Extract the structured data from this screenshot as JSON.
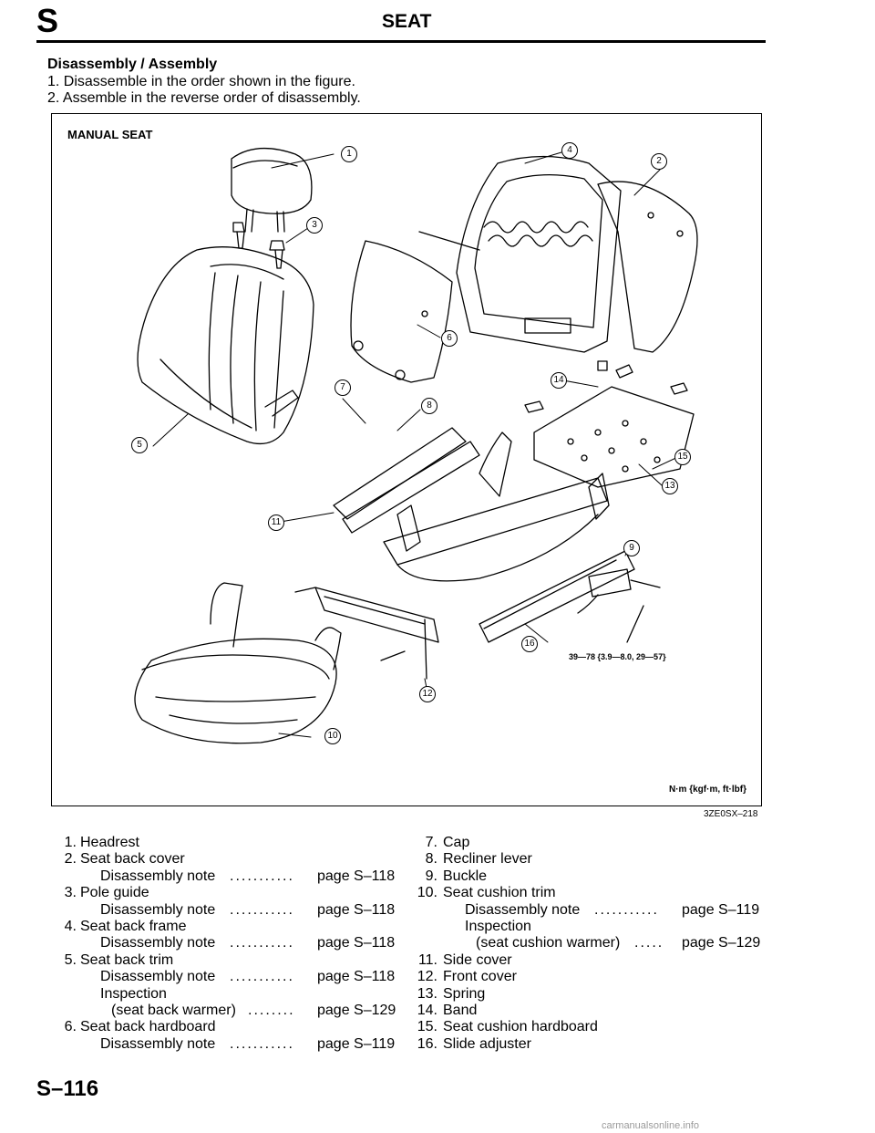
{
  "header": {
    "section_letter": "S",
    "title": "SEAT"
  },
  "heading": "Disassembly / Assembly",
  "steps": [
    "1. Disassemble in the order shown in the figure.",
    "2. Assemble in the reverse order of disassembly."
  ],
  "figure": {
    "caption": "MANUAL SEAT",
    "torque_label": "39—78 {3.9—8.0, 29—57}",
    "units_label": "N·m {kgf·m, ft·lbf}",
    "code": "3ZE0SX–218",
    "callouts": [
      "1",
      "2",
      "3",
      "4",
      "5",
      "6",
      "7",
      "8",
      "9",
      "10",
      "11",
      "12",
      "13",
      "14",
      "15",
      "16"
    ]
  },
  "parts_left": [
    {
      "n": "1.",
      "name": "Headrest"
    },
    {
      "n": "2.",
      "name": "Seat back cover"
    },
    {
      "sub": "Disassembly note",
      "dots": "...........",
      "ref": "page S–118"
    },
    {
      "n": "3.",
      "name": "Pole guide"
    },
    {
      "sub": "Disassembly note",
      "dots": "...........",
      "ref": "page S–118"
    },
    {
      "n": "4.",
      "name": "Seat back frame"
    },
    {
      "sub": "Disassembly note",
      "dots": "...........",
      "ref": "page S–118"
    },
    {
      "n": "5.",
      "name": "Seat back trim"
    },
    {
      "sub": "Disassembly note",
      "dots": "...........",
      "ref": "page S–118"
    },
    {
      "sub": "Inspection"
    },
    {
      "sub2": "(seat back warmer)",
      "dots": "........",
      "ref": "page S–129"
    },
    {
      "n": "6.",
      "name": "Seat back hardboard"
    },
    {
      "sub": "Disassembly note",
      "dots": "...........",
      "ref": "page S–119"
    }
  ],
  "parts_right": [
    {
      "n": "7.",
      "name": "Cap"
    },
    {
      "n": "8.",
      "name": "Recliner lever"
    },
    {
      "n": "9.",
      "name": "Buckle"
    },
    {
      "n": "10.",
      "name": "Seat cushion trim"
    },
    {
      "sub": "Disassembly note",
      "dots": "...........",
      "ref": "page S–119"
    },
    {
      "sub": "Inspection"
    },
    {
      "sub2": "(seat cushion warmer)",
      "dots": ".....",
      "ref": "page S–129"
    },
    {
      "n": "11.",
      "name": "Side cover"
    },
    {
      "n": "12.",
      "name": "Front cover"
    },
    {
      "n": "13.",
      "name": "Spring"
    },
    {
      "n": "14.",
      "name": "Band"
    },
    {
      "n": "15.",
      "name": "Seat cushion hardboard"
    },
    {
      "n": "16.",
      "name": "Slide adjuster"
    }
  ],
  "page_number": "S–116",
  "watermark": "carmanualsonline.info"
}
